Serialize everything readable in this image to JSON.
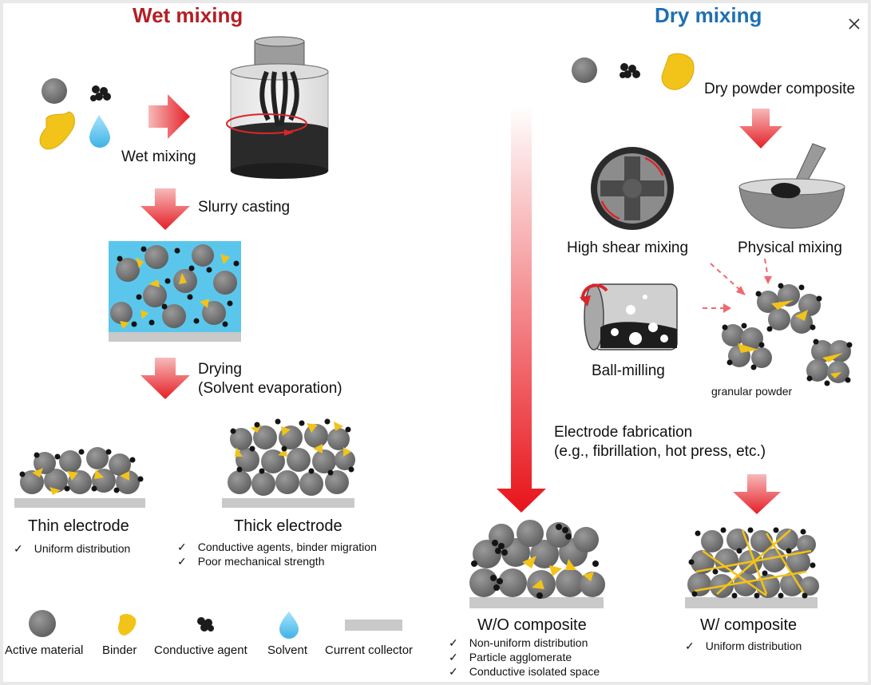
{
  "wet": {
    "title": "Wet mixing",
    "step_mix": "Wet mixing",
    "step_cast": "Slurry casting",
    "step_dry_1": "Drying",
    "step_dry_2": "(Solvent evaporation)",
    "thin_title": "Thin electrode",
    "thin_bullets": [
      "Uniform distribution"
    ],
    "thick_title": "Thick electrode",
    "thick_bullets": [
      "Conductive agents, binder migration",
      "Poor mechanical strength"
    ]
  },
  "dry": {
    "title": "Dry mixing",
    "powder": "Dry powder composite",
    "high_shear": "High shear mixing",
    "physical": "Physical mixing",
    "ball_mill": "Ball-milling",
    "granular": "granular powder",
    "fab_1": "Electrode fabrication",
    "fab_2": "(e.g., fibrillation, hot press, etc.)",
    "wo_title": "W/O composite",
    "wo_bullets": [
      "Non-uniform distribution",
      "Particle agglomerate",
      "Conductive isolated space"
    ],
    "w_title": "W/ composite",
    "w_bullets": [
      "Uniform distribution"
    ]
  },
  "legend": {
    "active": "Active material",
    "binder": "Binder",
    "conductive": "Conductive agent",
    "solvent": "Solvent",
    "collector": "Current collector"
  },
  "check_mark": "✓",
  "colors": {
    "wet_title": "#b21f24",
    "dry_title": "#1f6fb3",
    "arrow": "#e8262b",
    "particle": "#7b7b7b",
    "binder": "#f2c318",
    "solvent": "#5bc0ea",
    "collector": "#c9c9c9"
  },
  "icons": {
    "close": "close-icon"
  }
}
